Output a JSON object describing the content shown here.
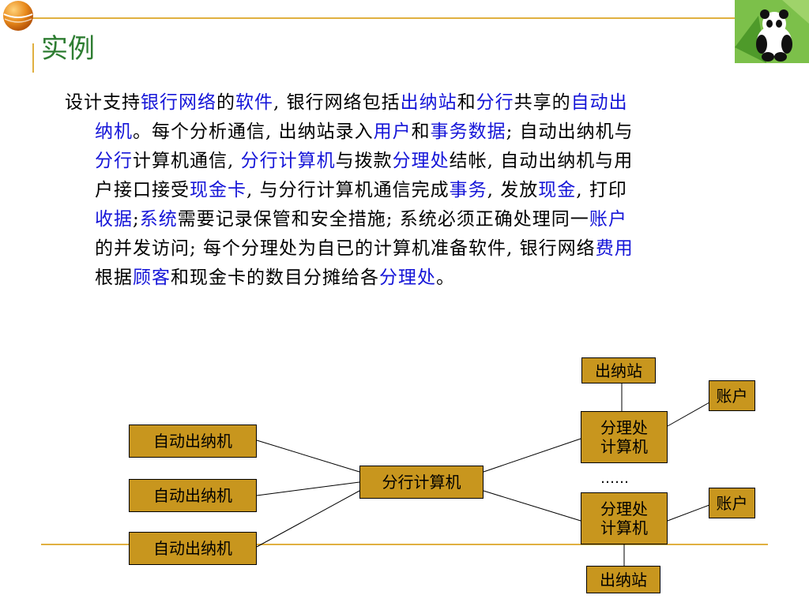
{
  "slide": {
    "title": "实例",
    "paragraph_lines": [
      [
        [
          "设计支持",
          false
        ],
        [
          "银行网络",
          true
        ],
        [
          "的",
          false
        ],
        [
          "软件",
          true
        ],
        [
          ", 银行网络包括",
          false
        ],
        [
          "出纳站",
          true
        ],
        [
          "和",
          false
        ],
        [
          "分行",
          true
        ],
        [
          "共享的",
          false
        ],
        [
          "自动出",
          true
        ]
      ],
      [
        [
          "纳机",
          true
        ],
        [
          "。每个分析通信, 出纳站录入",
          false
        ],
        [
          "用户",
          true
        ],
        [
          "和",
          false
        ],
        [
          "事务数据",
          true
        ],
        [
          "; 自动出纳机与",
          false
        ]
      ],
      [
        [
          "分行",
          true
        ],
        [
          "计算机通信, ",
          false
        ],
        [
          "分行计算机",
          true
        ],
        [
          "与拨款",
          false
        ],
        [
          "分理处",
          true
        ],
        [
          "结帐, 自动出纳机与用",
          false
        ]
      ],
      [
        [
          "户接口接受",
          false
        ],
        [
          "现金卡",
          true
        ],
        [
          ", 与分行计算机通信完成",
          false
        ],
        [
          "事务",
          true
        ],
        [
          ", 发放",
          false
        ],
        [
          "现金",
          true
        ],
        [
          ", 打印",
          false
        ]
      ],
      [
        [
          "收据",
          true
        ],
        [
          ";",
          false
        ],
        [
          "系统",
          true
        ],
        [
          "需要记录保管和安全措施; 系统必须正确处理同一",
          false
        ],
        [
          "账户",
          true
        ]
      ],
      [
        [
          "的并发访问; 每个分理处为自已的计算机准备软件, 银行网络",
          false
        ],
        [
          "费用",
          true
        ]
      ],
      [
        [
          "根据",
          false
        ],
        [
          "顾客",
          true
        ],
        [
          "和现金卡的数目分摊给各",
          false
        ],
        [
          "分理处",
          true
        ],
        [
          "。",
          false
        ]
      ]
    ]
  },
  "diagram": {
    "atm_1": "自动出纳机",
    "atm_2": "自动出纳机",
    "atm_3": "自动出纳机",
    "branch_computer": "分行计算机",
    "sub_office_1": "分理处\n计算机",
    "sub_office_2": "分理处\n计算机",
    "ellipsis": "……",
    "teller_top": "出纳站",
    "teller_bottom": "出纳站",
    "account_top": "账户",
    "account_bottom": "账户"
  },
  "colors": {
    "box_fill": "#c8961e",
    "highlight_text": "#1515d8",
    "title_text": "#2e7d32",
    "rule_line": "#e0b040"
  },
  "icons": [
    "orange-ball-icon",
    "panda-logo-icon"
  ]
}
